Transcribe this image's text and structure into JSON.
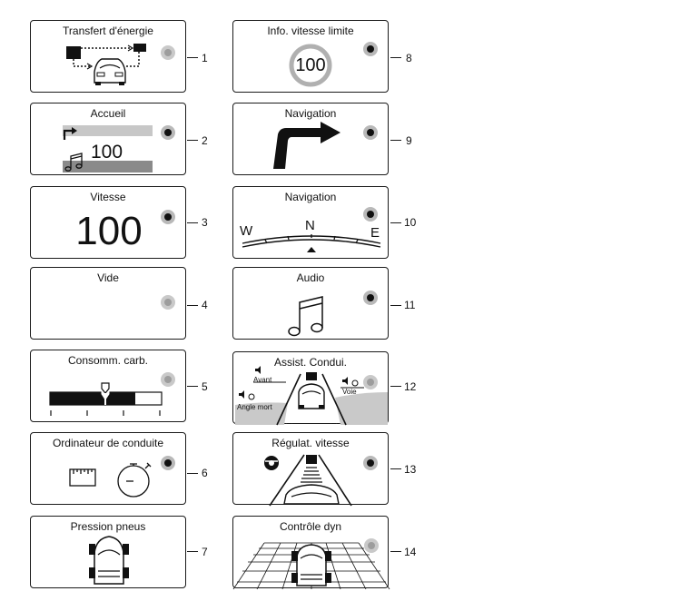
{
  "panels": {
    "p1": {
      "title": "Transfert d'énergie",
      "number": "1",
      "knob": "off"
    },
    "p2": {
      "title": "Accueil",
      "number": "2",
      "knob": "on",
      "value": "100"
    },
    "p3": {
      "title": "Vitesse",
      "number": "3",
      "knob": "on",
      "value": "100"
    },
    "p4": {
      "title": "Vide",
      "number": "4",
      "knob": "off"
    },
    "p5": {
      "title": "Consomm. carb.",
      "number": "5",
      "knob": "off"
    },
    "p6": {
      "title": "Ordinateur de conduite",
      "number": "6",
      "knob": "on"
    },
    "p7": {
      "title": "Pression pneus",
      "number": "7",
      "knob": "none"
    },
    "p8": {
      "title": "Info. vitesse limite",
      "number": "8",
      "knob": "on",
      "value": "100"
    },
    "p9": {
      "title": "Navigation",
      "number": "9",
      "knob": "on"
    },
    "p10": {
      "title": "Navigation",
      "number": "10",
      "knob": "on",
      "compass": {
        "west": "W",
        "north": "N",
        "east": "E"
      }
    },
    "p11": {
      "title": "Audio",
      "number": "11",
      "knob": "on"
    },
    "p12": {
      "title": "Assist. Condui.",
      "number": "12",
      "knob": "off",
      "labels": {
        "front": "Avant",
        "lane": "Voie",
        "blind": "Angle mort"
      }
    },
    "p13": {
      "title": "Régulat. vitesse",
      "number": "13",
      "knob": "on"
    },
    "p14": {
      "title": "Contrôle dyn",
      "number": "14",
      "knob": "off"
    }
  }
}
